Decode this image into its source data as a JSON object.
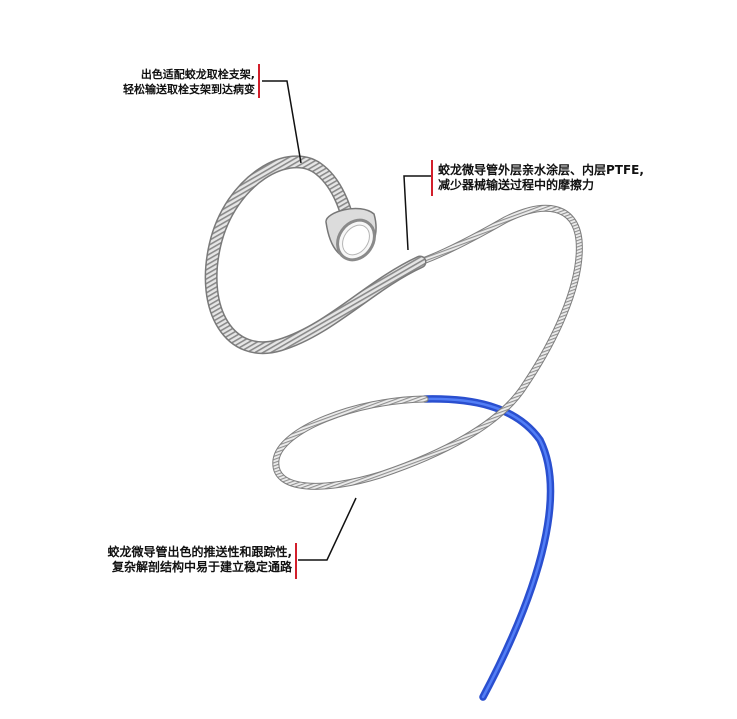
{
  "callouts": {
    "top": {
      "line1": "出色适配蛟龙取栓支架,",
      "line2": "轻松输送取栓支架到达病变"
    },
    "right": {
      "line1": "蛟龙微导管外层亲水涂层、内层PTFE,",
      "line2": "减少器械输送过程中的摩擦力"
    },
    "bottom": {
      "line1": "蛟龙微导管出色的推送性和跟踪性,",
      "line2": "复杂解剖结构中易于建立稳定通路"
    }
  },
  "colors": {
    "accent_bar": "#d21f2b",
    "leader_line": "#111111",
    "catheter_shaft": "#3366dd",
    "catheter_coil": "#9a9a9a"
  }
}
